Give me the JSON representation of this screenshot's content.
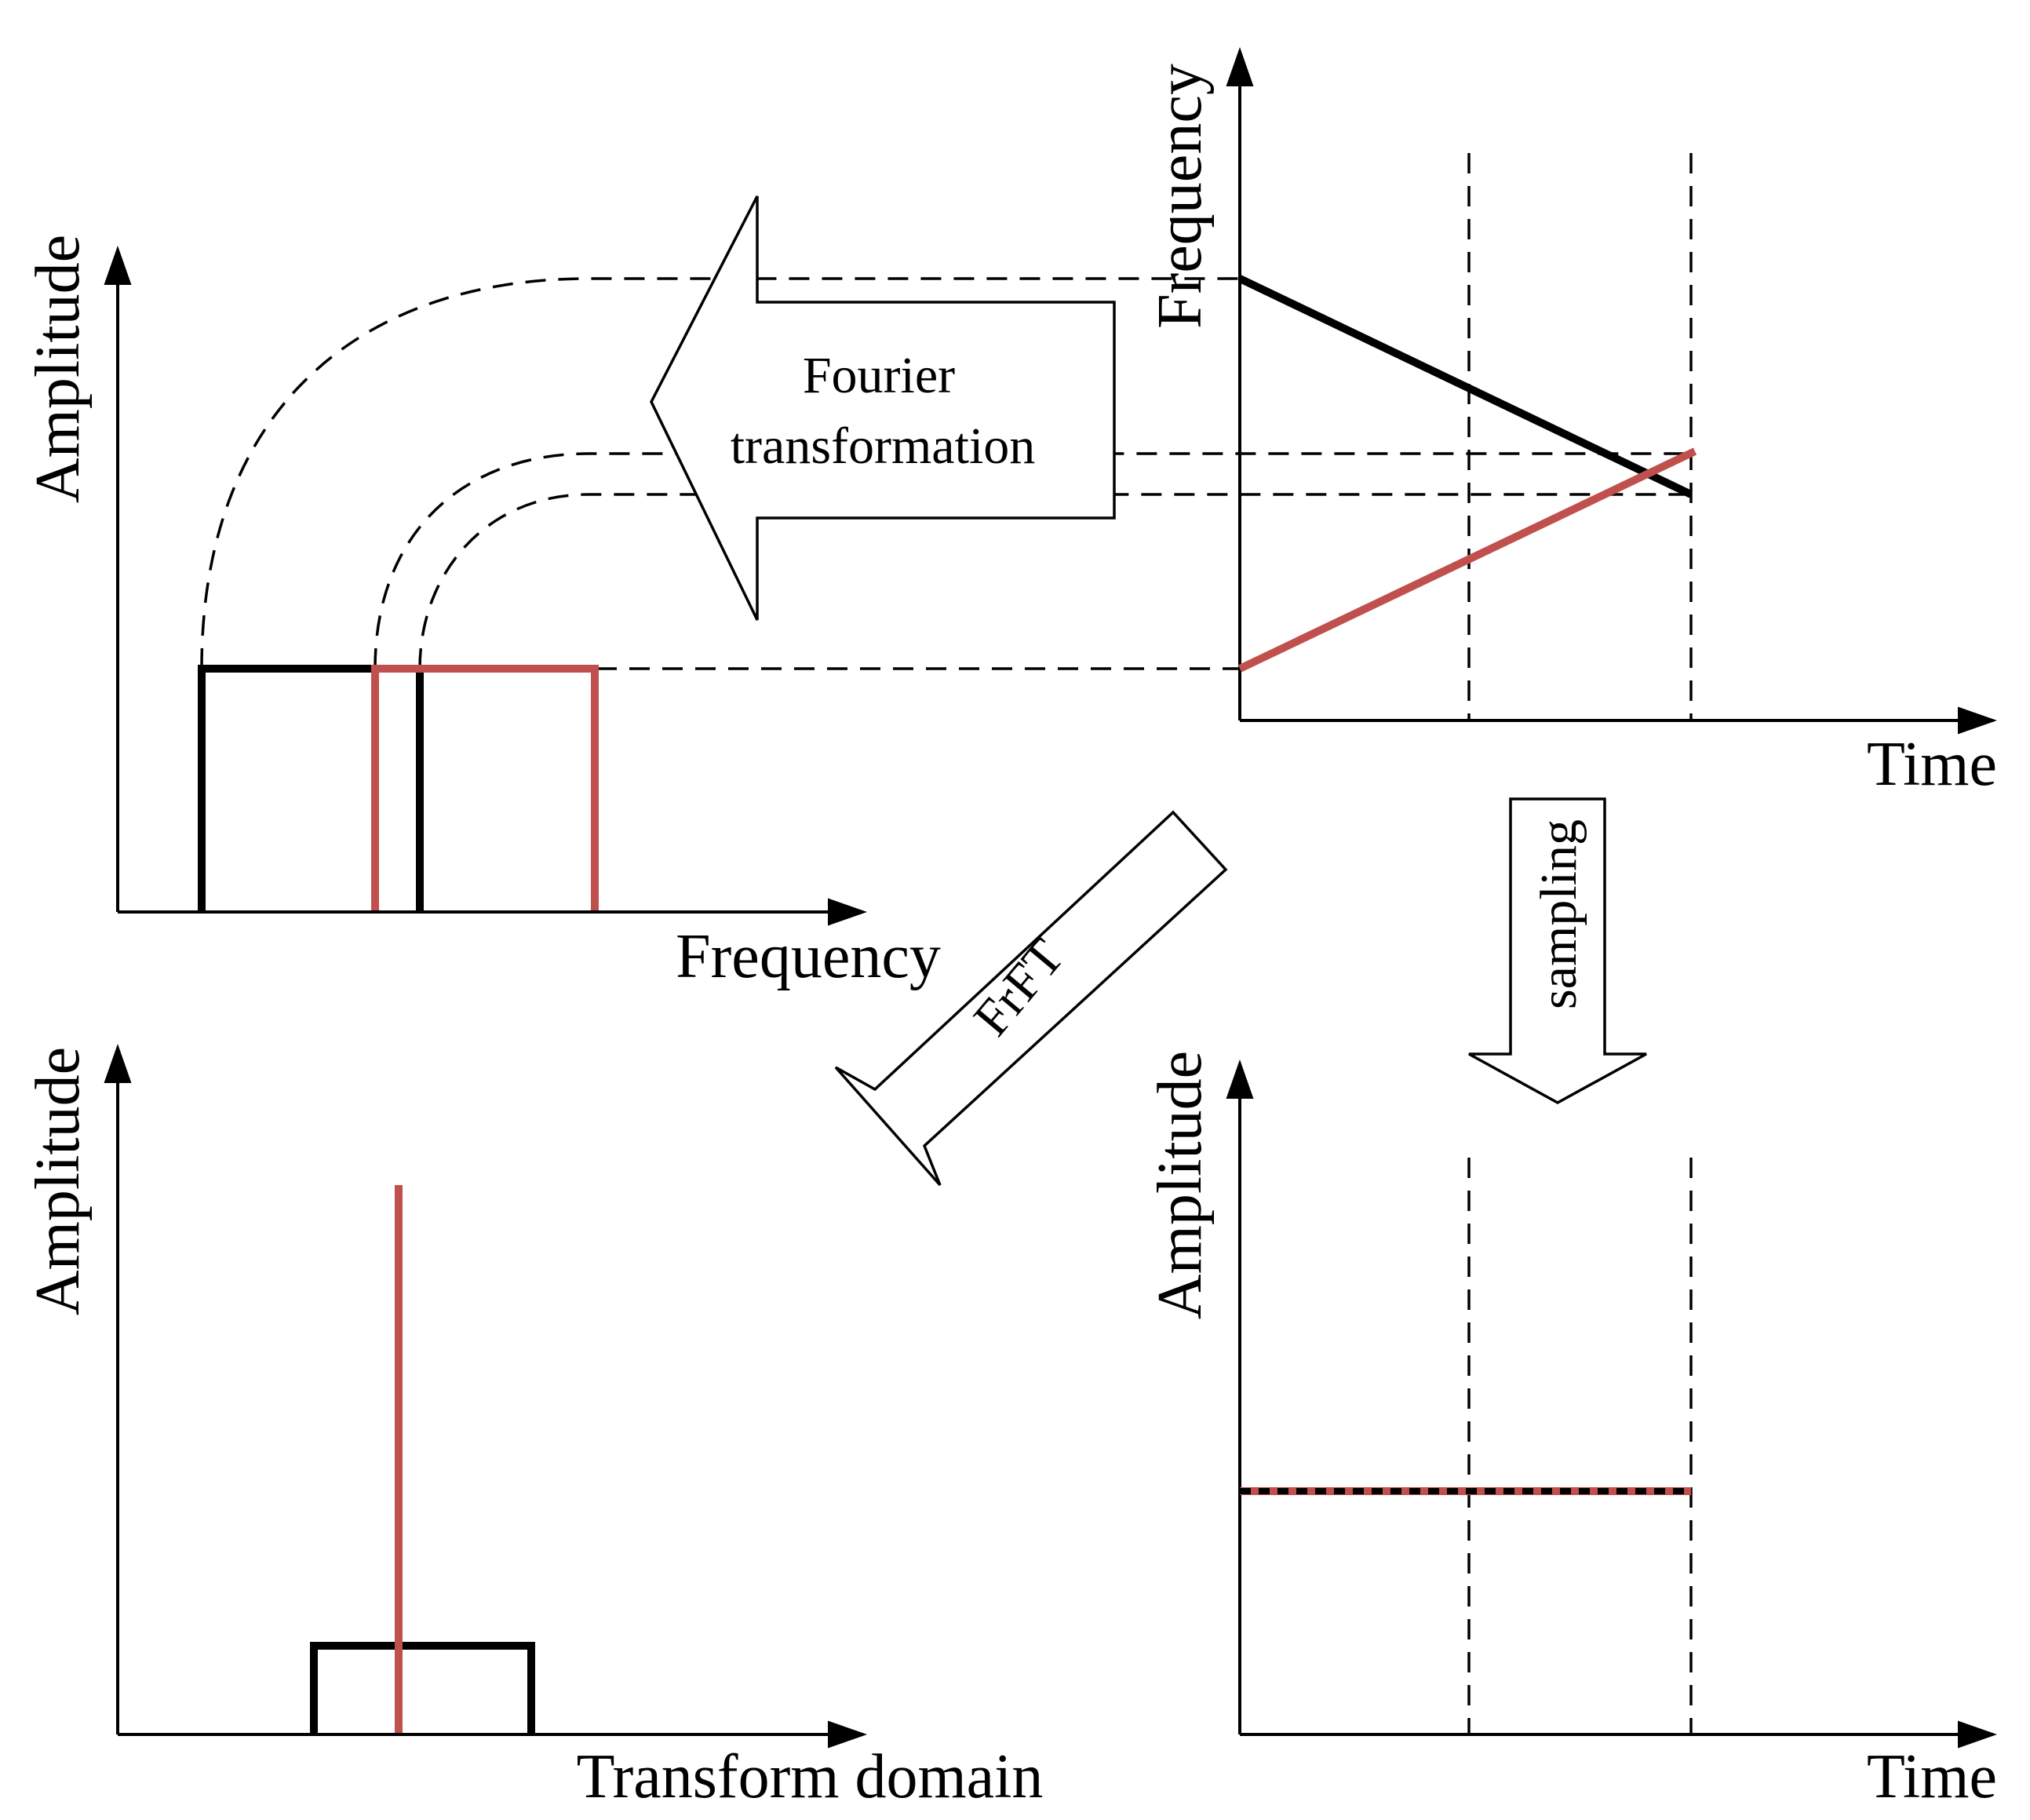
{
  "colors": {
    "axis": "#000000",
    "signal_black": "#000000",
    "signal_red": "#c0504d",
    "background": "#ffffff"
  },
  "panels": {
    "freq_spectrum": {
      "xlabel": "Frequency",
      "ylabel": "Amplitude"
    },
    "time_frequency": {
      "xlabel": "Time",
      "ylabel": "Frequency"
    },
    "transform_domain": {
      "xlabel": "Transform  domain",
      "ylabel": "Amplitude"
    },
    "sampled_time": {
      "xlabel": "Time",
      "ylabel": "Amplitude"
    }
  },
  "arrows": {
    "fourier": {
      "line1": "Fourier",
      "line2": "transformation"
    },
    "frft": {
      "label": "FrFT"
    },
    "sampling": {
      "label": "sampling"
    }
  }
}
